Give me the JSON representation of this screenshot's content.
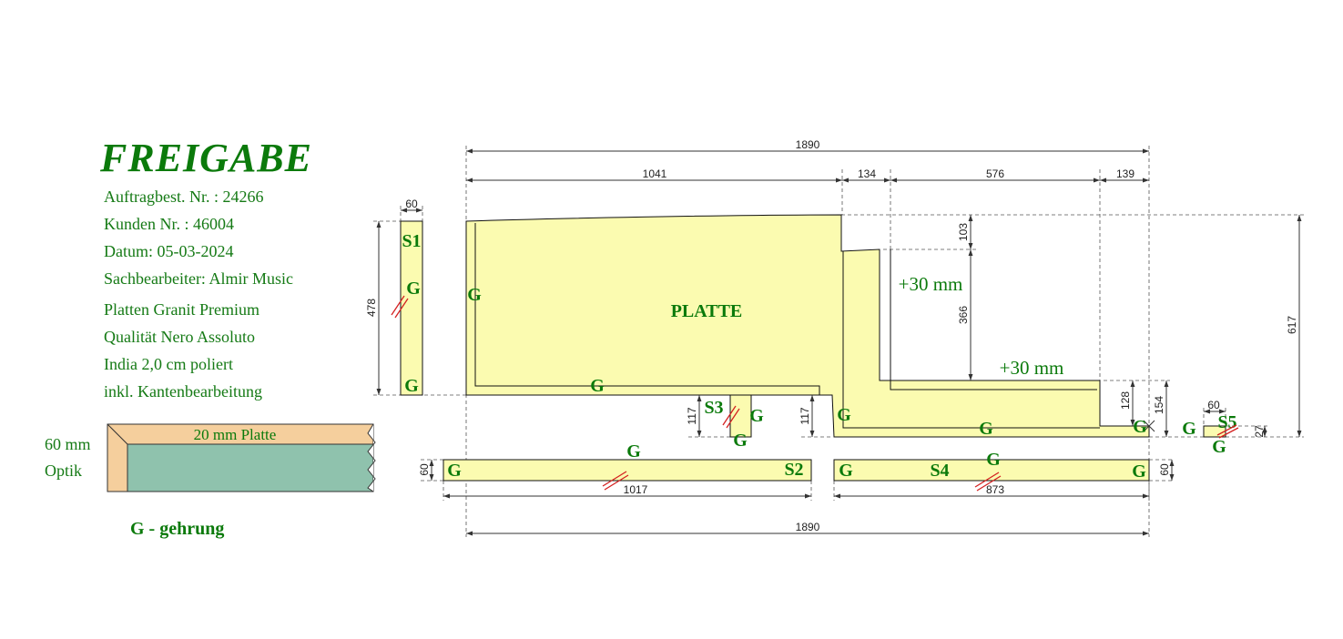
{
  "header": {
    "title": "FREIGABE"
  },
  "info": {
    "auftrag": "Auftragbest. Nr. : 24266",
    "kunden": "Kunden Nr. : 46004",
    "datum": "Datum: 05-03-2024",
    "bearbeiter": "Sachbearbeiter: Almir Music",
    "platten": "Platten Granit Premium",
    "qualitaet": "Qualität Nero Assoluto",
    "india": "India 2,0 cm poliert",
    "kanten": "inkl. Kantenbearbeitung"
  },
  "profile": {
    "plate_label": "20 mm Platte",
    "optik_line1": "60 mm",
    "optik_line2": "Optik"
  },
  "legend": {
    "text": "G - gehrung"
  },
  "parts": {
    "main": "PLATTE",
    "s1": "S1",
    "s2": "S2",
    "s3": "S3",
    "s4": "S4",
    "s5": "S5"
  },
  "edge_mark": "G",
  "notes": {
    "plus30a": "+30 mm",
    "plus30b": "+30 mm"
  },
  "dimensions": {
    "total_top": "1890",
    "seg1": "1041",
    "seg2": "134",
    "seg3": "576",
    "seg4": "139",
    "s1_width": "60",
    "s1_height": "478",
    "h103": "103",
    "h366": "366",
    "h617": "617",
    "h128": "128",
    "h154": "154",
    "s3_117": "117",
    "mid_117": "117",
    "s5_60": "60",
    "s5_27": "27",
    "s2_60": "60",
    "s2_len": "1017",
    "s4_len": "873",
    "s4_60": "60",
    "total_bottom": "1890"
  },
  "colors": {
    "stone": "#fbfbb0",
    "green": "#0b7a0b",
    "edge_face": "#f5cf9d",
    "optik_face": "#8fc2ad",
    "cut_mark": "#d42020"
  }
}
